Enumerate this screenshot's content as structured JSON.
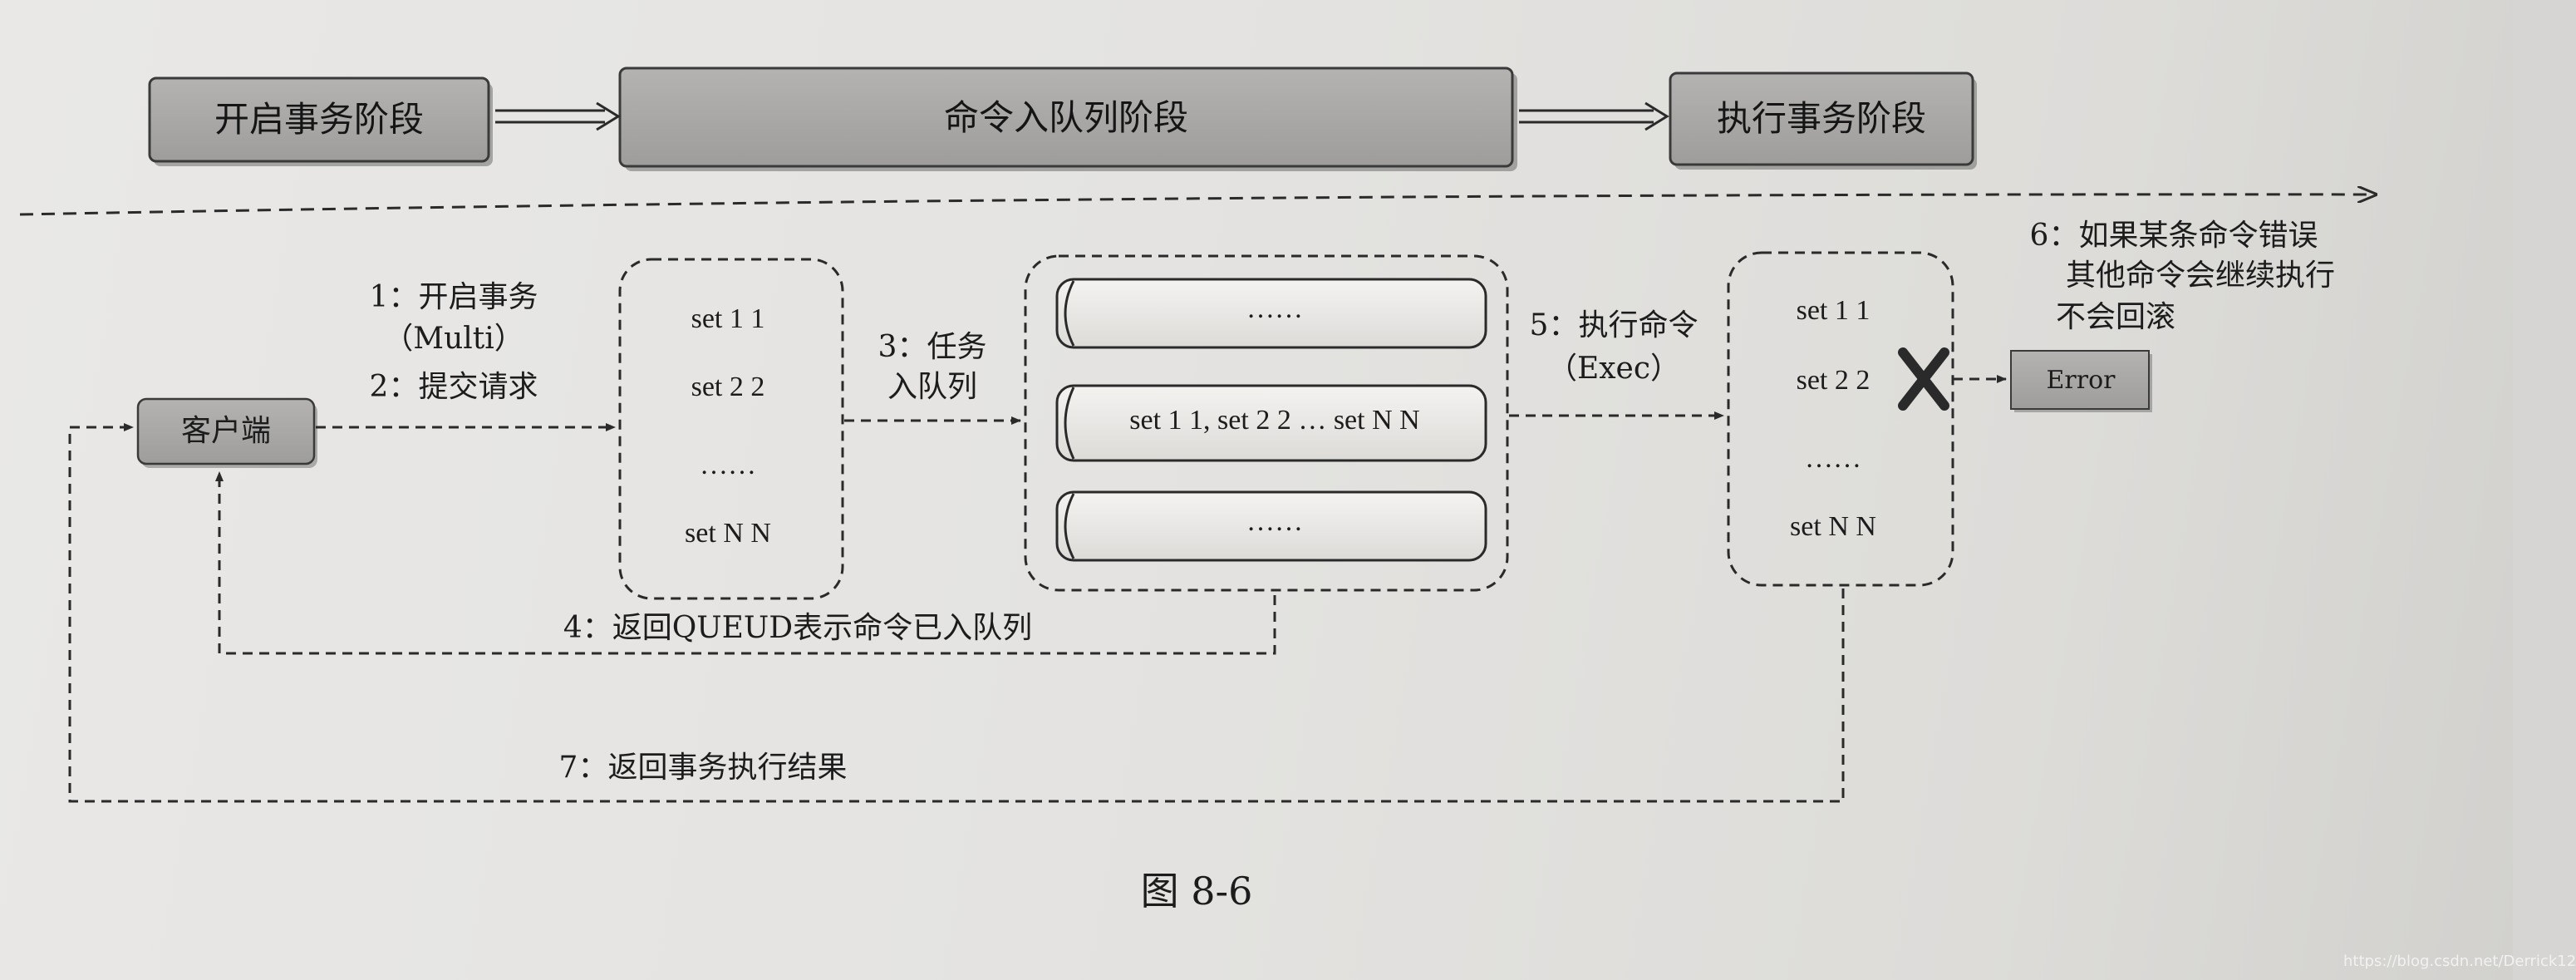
{
  "phases": {
    "start": "开启事务阶段",
    "queue": "命令入队列阶段",
    "exec": "执行事务阶段"
  },
  "client": "客户端",
  "steps": {
    "s1_line1": "1：开启事务",
    "s1_line2": "（Multi）",
    "s2": "2：提交请求",
    "s3_line1": "3：任务",
    "s3_line2": "入队列",
    "s4": "4：返回QUEUD表示命令已入队列",
    "s5_line1": "5：执行命令",
    "s5_line2": "（Exec）",
    "s6_line1": "6：如果某条命令错误",
    "s6_line2": "其他命令会继续执行",
    "s6_line3": "不会回滚",
    "s7": "7：返回事务执行结果"
  },
  "request_box": {
    "item1": "set 1 1",
    "item2": "set 2 2",
    "ellipsis": "……",
    "item3": "set N N"
  },
  "queue": {
    "top": "……",
    "middle": "set 1 1, set 2 2 … set N  N",
    "bottom": "……"
  },
  "exec_box": {
    "item1": "set 1 1",
    "item2": "set 2 2",
    "ellipsis": "……",
    "item3": "set N N"
  },
  "error_label": "Error",
  "caption": "图 8-6",
  "watermark": "https://blog.csdn.net/Derrick12",
  "colors": {
    "box_fill": "#a9a8a6",
    "line": "#2a2a2a",
    "paper": "#e6e5e3"
  }
}
